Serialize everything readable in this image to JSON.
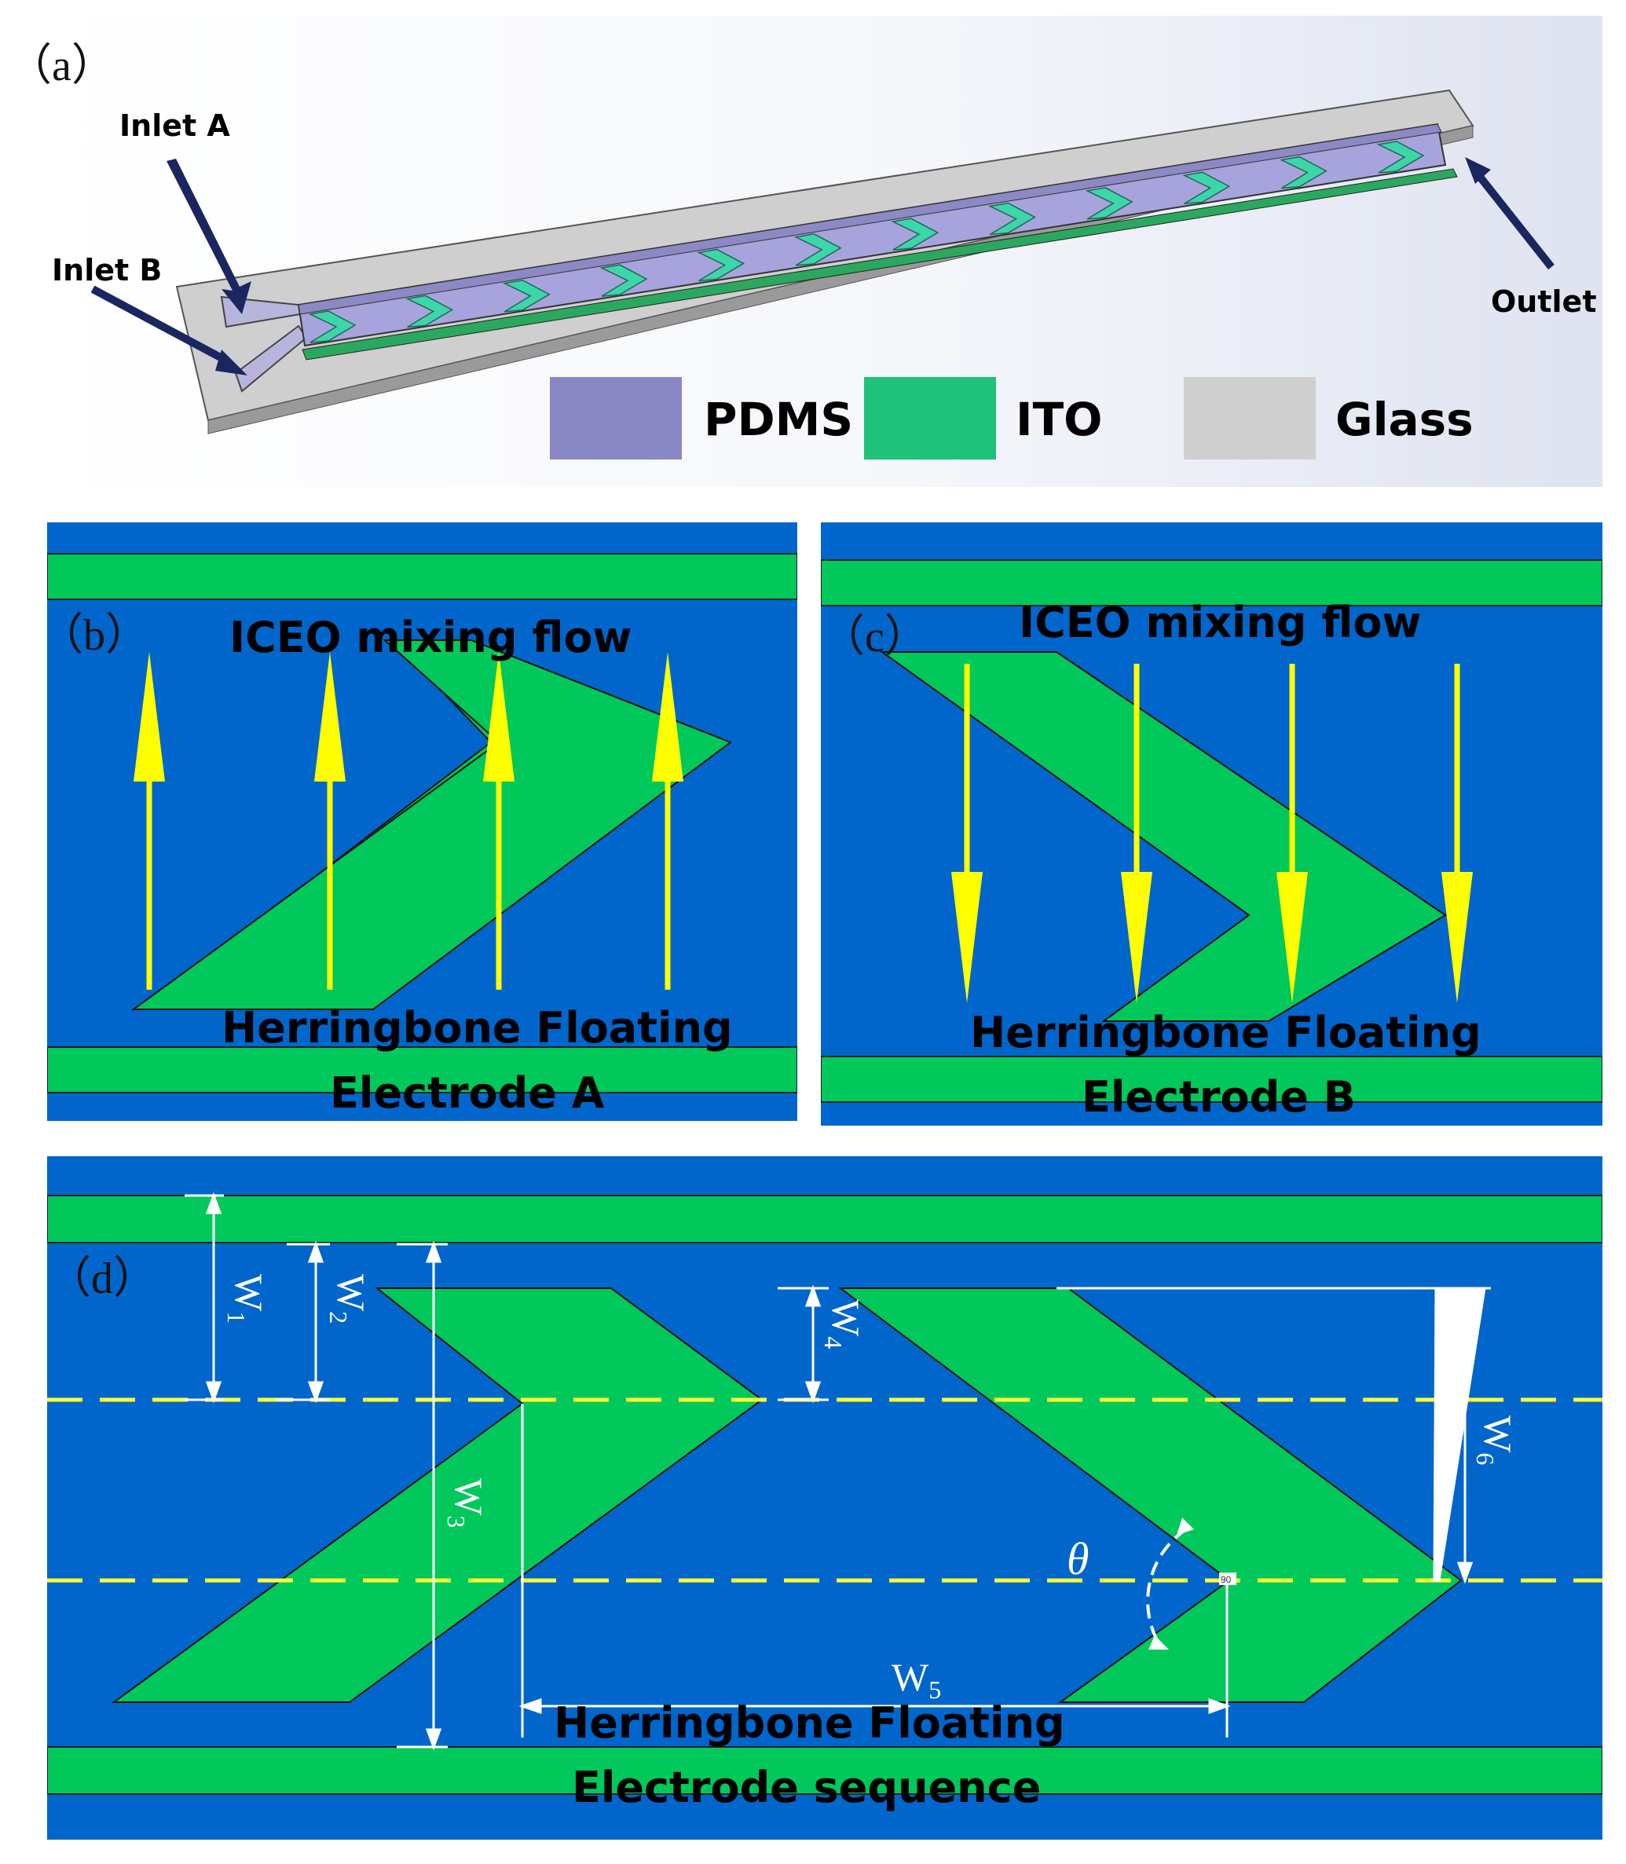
{
  "panel_a": {
    "label": "（a）",
    "inlet_a": "Inlet A",
    "inlet_b": "Inlet B",
    "outlet": "Outlet",
    "legend": [
      {
        "name": "PDMS",
        "color": "#8a88c4"
      },
      {
        "name": "ITO",
        "color": "#1fc27a"
      },
      {
        "name": "Glass",
        "color": "#cfcfcf"
      }
    ]
  },
  "panel_b": {
    "label": "（b）",
    "flow_title": "ICEO mixing flow",
    "caption_line1": "Herringbone Floating",
    "caption_line2": "Electrode A"
  },
  "panel_c": {
    "label": "（c）",
    "flow_title": "ICEO mixing flow",
    "caption_line1": "Herringbone Floating",
    "caption_line2": "Electrode B"
  },
  "panel_d": {
    "label": "（d）",
    "theta": "θ",
    "angle_mark": "90",
    "dims": [
      {
        "main": "W",
        "sub": "1"
      },
      {
        "main": "W",
        "sub": "2"
      },
      {
        "main": "W",
        "sub": "3"
      },
      {
        "main": "W",
        "sub": "4"
      },
      {
        "main": "W",
        "sub": "5"
      },
      {
        "main": "W",
        "sub": "6"
      }
    ],
    "caption_line1": "Herringbone Floating",
    "caption_line2": "Electrode sequence"
  },
  "colors": {
    "channel_blue": "#0066cc",
    "electrode_green": "#00c85a",
    "arrow_yellow": "#ffff00",
    "dashed_yellow": "#ffff33"
  }
}
